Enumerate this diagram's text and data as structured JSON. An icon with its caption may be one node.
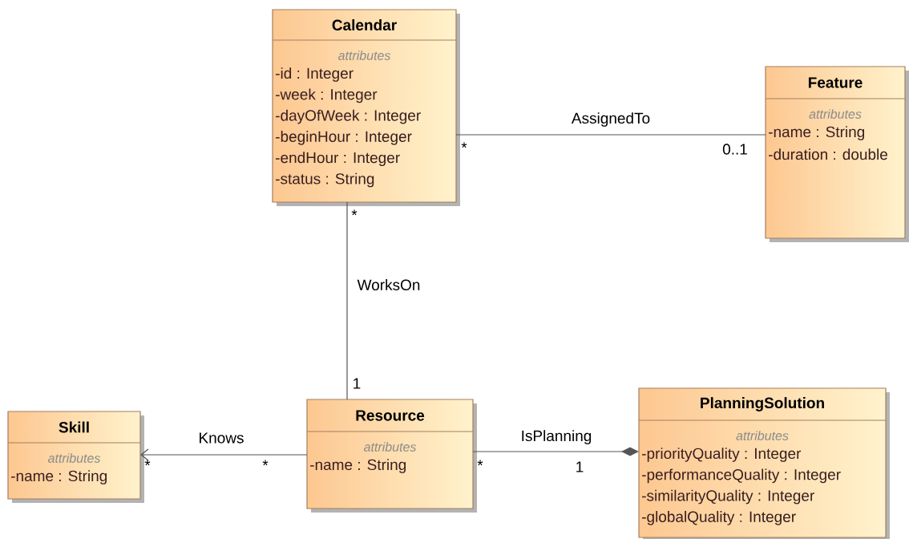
{
  "diagram": {
    "nodes": [
      {
        "text": [
          "Calendar",
          "attributes",
          "-id : Integer",
          "-week : Integer",
          "-dayOfWeek : Integer",
          "-beginHour : Integer",
          "-endHour : Integer",
          "-status : String"
        ]
      },
      {
        "text": [
          "Feature",
          "attributes",
          "-name : String",
          "-duration : double"
        ]
      },
      {
        "text": [
          "Skill",
          "attributes",
          "-name : String"
        ]
      },
      {
        "text": [
          "Resource",
          "attributes",
          "-name : String"
        ]
      },
      {
        "text": [
          "PlanningSolution",
          "attributes",
          "-priorityQuality : Integer",
          "-performanceQuality : Integer",
          "-similarityQuality : Integer",
          "-globalQuality : Integer"
        ]
      }
    ],
    "edges": [
      {
        "from": 0,
        "to": 1,
        "arrow": "none",
        "label": "AssignedTo"
      },
      {
        "from": 0,
        "to": 3,
        "arrow": "none",
        "label": "WorksOn"
      },
      {
        "from": 3,
        "to": 2,
        "arrow": "to",
        "label": "Knows"
      },
      {
        "from": 3,
        "to": 4,
        "arrow": "other",
        "label": "IsPlanning"
      }
    ],
    "labels": [
      "*",
      "0..1",
      "*",
      "1",
      "*",
      "*",
      "*",
      "1"
    ]
  }
}
